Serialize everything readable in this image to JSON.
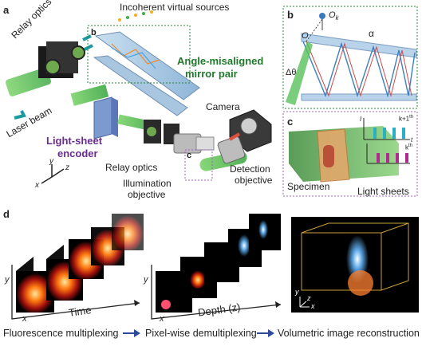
{
  "panel_a": {
    "letter": "a",
    "incoherent_sources": "Incoherent virtual sources",
    "relay_optics_top": "Relay optics",
    "angle_misaligned_line1": "Angle-misaligned",
    "angle_misaligned_line2": "mirror pair",
    "laser_beam": "Laser beam",
    "encoder_line1": "Light-sheet",
    "encoder_line2": "encoder",
    "camera": "Camera",
    "relay_optics_bottom": "Relay optics",
    "illumination_line1": "Illumination",
    "illumination_line2": "objective",
    "detection_line1": "Detection",
    "detection_line2": "objective",
    "inset_b": "b",
    "inset_c": "c",
    "axis_y": "y",
    "axis_x": "x",
    "axis_z": "z"
  },
  "panel_b": {
    "letter": "b",
    "ok_label": "O",
    "ok_sub": "k",
    "o_label": "O",
    "alpha": "α",
    "delta_theta": "Δθ"
  },
  "panel_c": {
    "letter": "c",
    "specimen": "Specimen",
    "light_sheets": "Light sheets",
    "k1_label": "k+1",
    "k1_sup": "th",
    "k_label": "k",
    "k_sup": "th",
    "t_label": "t",
    "i_label": "I"
  },
  "panel_d": {
    "letter": "d",
    "time_label": "Time",
    "depth_label": "Depth (z)",
    "axis_y": "y",
    "axis_x": "x",
    "axis_z": "z",
    "step1": "Fluorescence multiplexing",
    "step2": "Pixel-wise demultiplexing",
    "step3": "Volumetric image reconstruction"
  },
  "colors": {
    "green_title": "#1f7a2a",
    "purple_title": "#6a2c91",
    "arrow_blue": "#2d4a9a",
    "beam_green": "#5fc05a",
    "teal_arrow": "#1c9aa0"
  }
}
